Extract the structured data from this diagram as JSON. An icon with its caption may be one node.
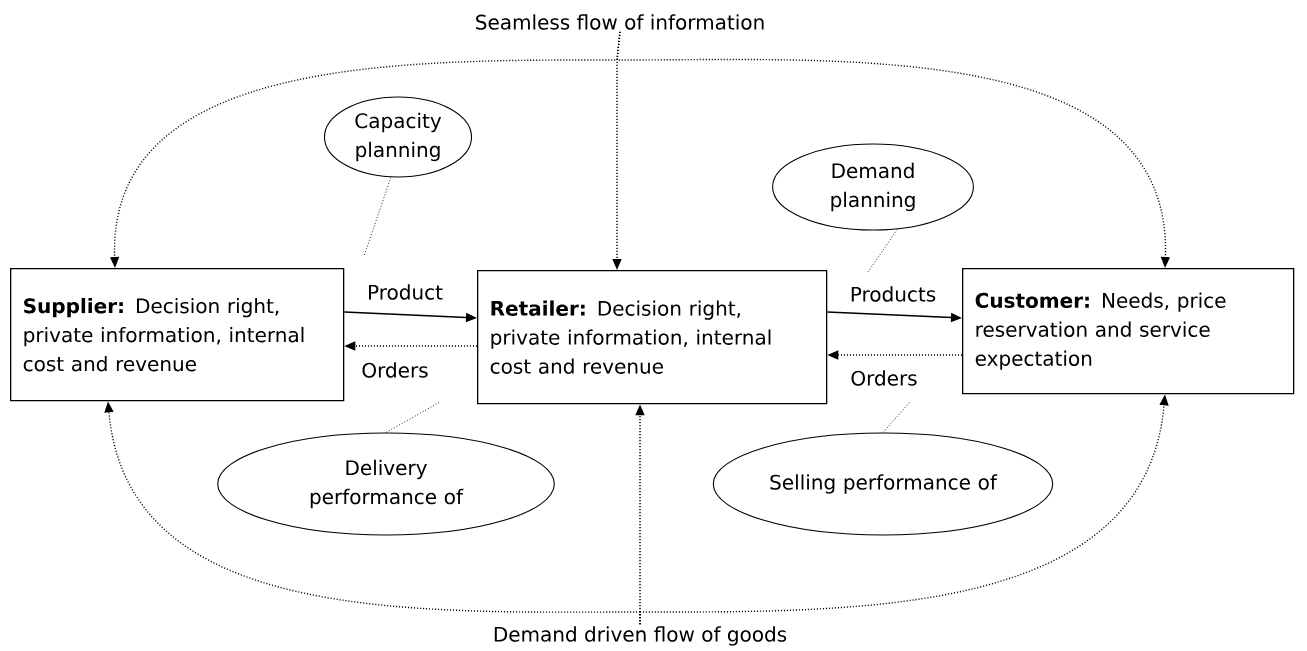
{
  "diagram": {
    "nodes": [
      {
        "text": [
          "**Supplier:** Decision right, private information, internal cost and revenue"
        ]
      },
      {
        "text": [
          "**Retailer:** Decision right, private information, internal cost and revenue"
        ]
      },
      {
        "text": [
          "**Customer:** Needs, price reservation and service expectation"
        ]
      },
      {
        "text": [
          "Capacity planning"
        ]
      },
      {
        "text": [
          "Demand planning"
        ]
      },
      {
        "text": [
          "Delivery performance of"
        ]
      },
      {
        "text": [
          "Selling performance of"
        ]
      },
      {
        "text": [
          "Seamless flow of information"
        ]
      },
      {
        "text": [
          "Demand driven flow of goods"
        ]
      }
    ],
    "edges": [
      {
        "from": 0,
        "to": 1,
        "arrow": "to",
        "label": "Product"
      },
      {
        "from": 1,
        "to": 0,
        "arrow": "to",
        "label": "Orders",
        "style": "dashed"
      },
      {
        "from": 1,
        "to": 2,
        "arrow": "to",
        "label": "Products"
      },
      {
        "from": 2,
        "to": 1,
        "arrow": "to",
        "label": "Orders",
        "style": "dashed"
      },
      {
        "from": 7,
        "to": 0,
        "arrow": "to",
        "style": "dashed"
      },
      {
        "from": 7,
        "to": 1,
        "arrow": "to",
        "style": "dashed"
      },
      {
        "from": 7,
        "to": 2,
        "arrow": "to",
        "style": "dashed"
      },
      {
        "from": 8,
        "to": 0,
        "arrow": "to",
        "style": "dashed"
      },
      {
        "from": 8,
        "to": 1,
        "arrow": "to",
        "style": "dashed"
      },
      {
        "from": 8,
        "to": 2,
        "arrow": "to",
        "style": "dashed"
      },
      {
        "from": 3,
        "to": null,
        "arrow": "none",
        "style": "dashed"
      },
      {
        "from": 4,
        "to": null,
        "arrow": "none",
        "style": "dashed"
      },
      {
        "from": 5,
        "to": null,
        "arrow": "none",
        "style": "dashed"
      },
      {
        "from": 6,
        "to": null,
        "arrow": "none",
        "style": "dashed"
      }
    ]
  }
}
